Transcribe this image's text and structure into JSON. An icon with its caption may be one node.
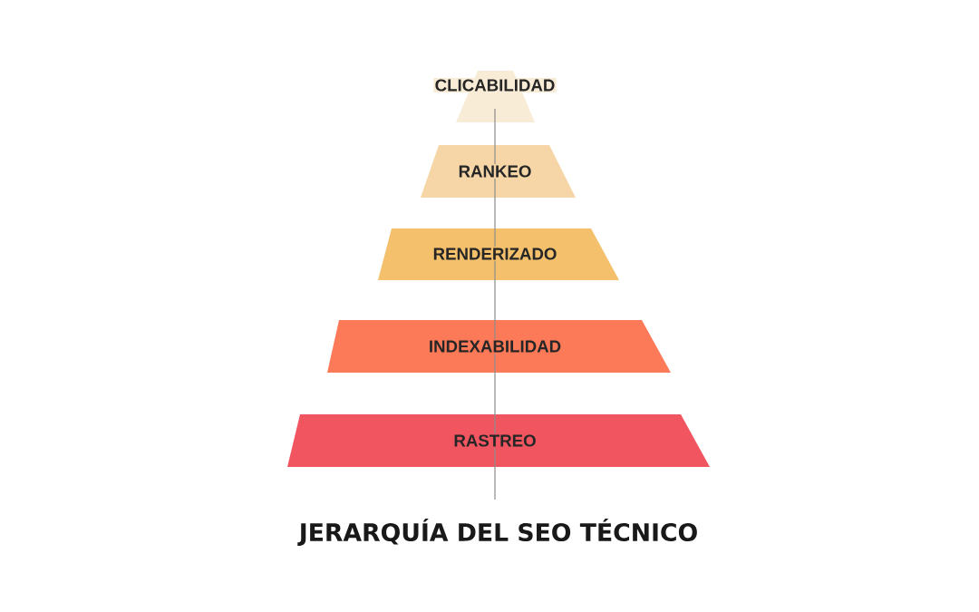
{
  "diagram": {
    "title": "JERARQUÍA DEL SEO TÉCNICO",
    "nodes": [
      {
        "text": [
          "CLICABILIDAD"
        ]
      },
      {
        "text": [
          "RANKEO"
        ]
      },
      {
        "text": [
          "RENDERIZADO"
        ]
      },
      {
        "text": [
          "INDEXABILIDAD"
        ]
      },
      {
        "text": [
          "RASTREO"
        ]
      }
    ],
    "edges": []
  }
}
